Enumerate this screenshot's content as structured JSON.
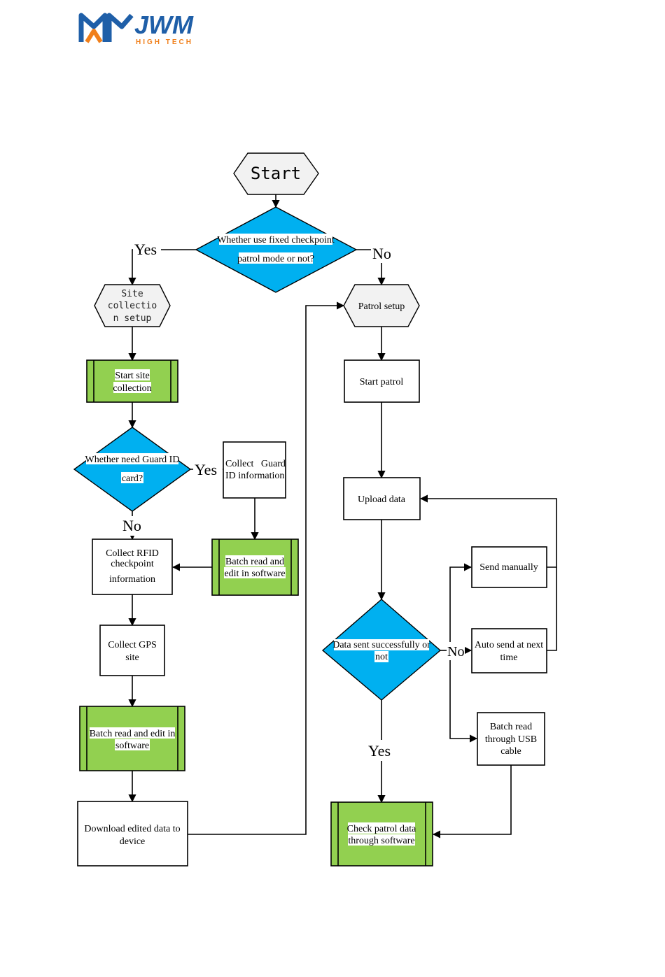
{
  "logo": {
    "text": "JWM",
    "subtext": "HIGH TECH",
    "colors": {
      "blue": "#1f5fa8",
      "orange": "#f07f1a"
    }
  },
  "flowchart": {
    "start": "Start",
    "decision_mode": [
      "Whether use fixed checkpoint",
      "patrol mode or not?"
    ],
    "yes": "Yes",
    "no": "No",
    "site_collection_setup": [
      "Site",
      "collectio",
      "n setup"
    ],
    "start_site_collection": [
      "Start site",
      "collection"
    ],
    "decision_guard": [
      "Whether need Guard ID",
      "card?"
    ],
    "collect_guard_id": [
      "Collect   Guard",
      "ID information"
    ],
    "batch_read_edit_software_1": [
      "Batch read and",
      "edit in software"
    ],
    "collect_rfid": [
      "Collect RFID",
      "checkpoint",
      "information"
    ],
    "collect_gps": [
      "Collect GPS",
      "site"
    ],
    "batch_read_edit_software_2": [
      "Batch read and edit in",
      "software"
    ],
    "download_edited": [
      "Download edited data to",
      "device"
    ],
    "patrol_setup": "Patrol setup",
    "start_patrol": "Start patrol",
    "upload_data": "Upload data",
    "decision_sent": [
      "Data sent successfully or",
      "not"
    ],
    "send_manually": "Send manually",
    "auto_send": [
      "Auto send at next",
      "time"
    ],
    "batch_usb": [
      "Batch read",
      "through USB",
      "cable"
    ],
    "check_patrol": [
      "Check patrol data",
      "through software"
    ]
  },
  "colors": {
    "decision": "#00b0f0",
    "process_green": "#92d050",
    "setup_hex": "#f2f2f2"
  }
}
